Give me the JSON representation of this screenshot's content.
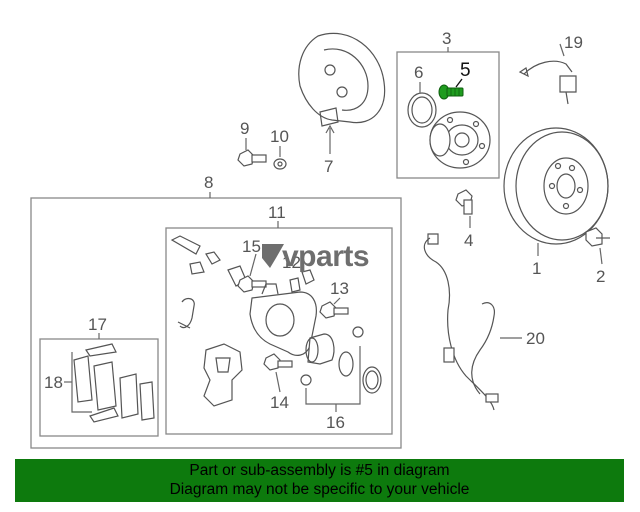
{
  "diagram": {
    "watermark": "vparts",
    "callouts": [
      "1",
      "2",
      "3",
      "4",
      "5",
      "6",
      "7",
      "8",
      "9",
      "10",
      "11",
      "12",
      "13",
      "14",
      "15",
      "16",
      "17",
      "18",
      "19",
      "20"
    ],
    "highlighted_part": "5",
    "colors": {
      "highlight": "#1f9c1f",
      "banner": "#0d7a0d",
      "line": "#555555"
    }
  },
  "banner": {
    "line1": "Part or sub-assembly is #5 in diagram",
    "line2": "Diagram may not be specific to your vehicle"
  }
}
